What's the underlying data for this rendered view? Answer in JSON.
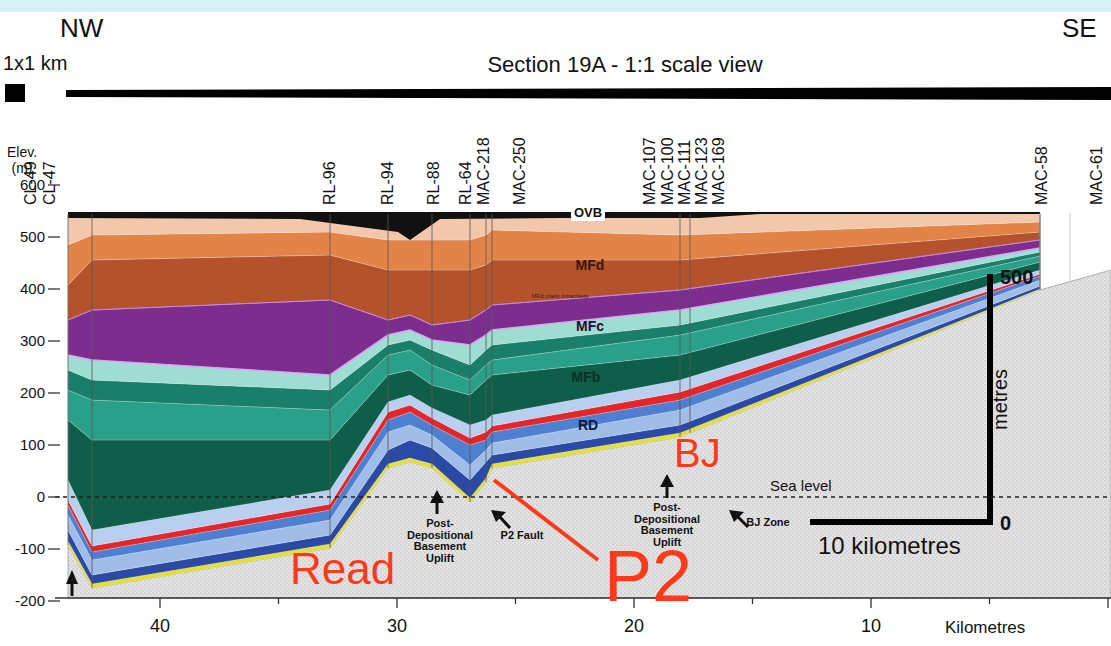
{
  "diagram": {
    "labels": [
      "NW",
      "SE",
      "1x1 km",
      "Section 19A - 1:1 scale view",
      "Elev. (m)",
      "600",
      "500",
      "400",
      "300",
      "200",
      "100",
      "0",
      "-100",
      "-200",
      "CL-49",
      "CL-47",
      "RL-96",
      "RL-94",
      "RL-88",
      "RL-64",
      "MAC-218",
      "MAC-250",
      "MAC-107",
      "MAC-100",
      "MAC-111",
      "MAC-123",
      "MAC-169",
      "MAC-58",
      "MAC-61",
      "OVB",
      "MFd",
      "MFd marly intraclasts",
      "MFc",
      "MFb",
      "RD",
      "Post-Depositional Basement Uplift",
      "P2 Fault",
      "Post-Depositional Basement Uplift",
      "BJ Zone",
      "Sea level",
      "500",
      "metres",
      "0",
      "10 kilometres",
      "40",
      "30",
      "20",
      "10",
      "Kilometres",
      "BJ",
      "Read",
      "P2"
    ]
  }
}
